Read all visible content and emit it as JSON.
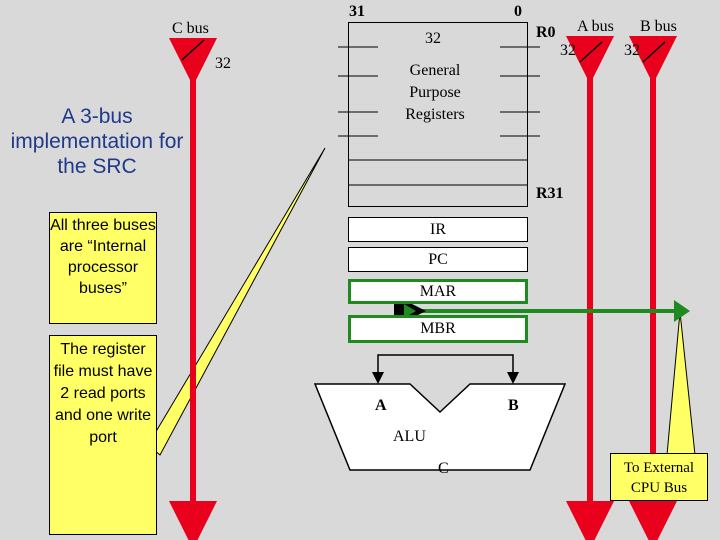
{
  "labels": {
    "c_bus": "C bus",
    "c_bus_width": "32",
    "bit_high": "31",
    "bit_low": "0",
    "reg_width": "32",
    "gpr": "General Purpose Registers",
    "r0": "R0",
    "r31": "R31",
    "a_bus": "A bus",
    "b_bus": "B bus",
    "a_bus_width": "32",
    "b_bus_width": "32",
    "ir": "IR",
    "pc": "PC",
    "mar": "MAR",
    "mbr": "MBR",
    "alu_a": "A",
    "alu_b": "B",
    "alu": "ALU",
    "alu_c": "C"
  },
  "title": "A 3-bus implementation for the SRC",
  "notes": {
    "internal_buses": "All three buses are “Internal processor buses”",
    "register_file": "The register file must have 2 read ports and one write port",
    "external_bus": "To External CPU Bus"
  },
  "colors": {
    "bus_red": "#e8001c",
    "bus_green": "#1f8a1f",
    "note_yellow": "#ffff66",
    "title_blue": "#1f3a8a",
    "background": "#d9d9d9"
  }
}
